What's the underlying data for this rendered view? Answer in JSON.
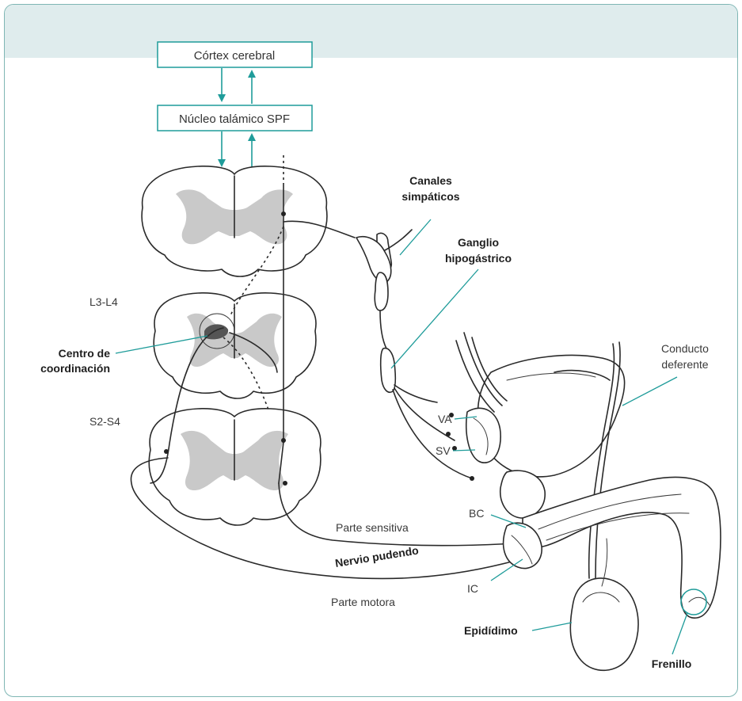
{
  "boxes": {
    "cortex": "Córtex cerebral",
    "thalamus": "Núcleo talámico SPF"
  },
  "labels": {
    "l3_l4": "L3-L4",
    "s2_s4": "S2-S4",
    "centro_1": "Centro de",
    "centro_2": "coordinación",
    "canales_1": "Canales",
    "canales_2": "simpáticos",
    "ganglio_1": "Ganglio",
    "ganglio_2": "hipogástrico",
    "conducto_1": "Conducto",
    "conducto_2": "deferente",
    "va": "VA",
    "sv": "SV",
    "bc": "BC",
    "ic": "IC",
    "parte_sensitiva": "Parte sensitiva",
    "nervio_pudendo": "Nervio pudendo",
    "parte_motora": "Parte motora",
    "epididimo": "Epidídimo",
    "frenillo": "Frenillo"
  },
  "colors": {
    "accent": "#1f9c9a",
    "header_band": "#dfeced",
    "frame_border": "#7fb6b4"
  }
}
